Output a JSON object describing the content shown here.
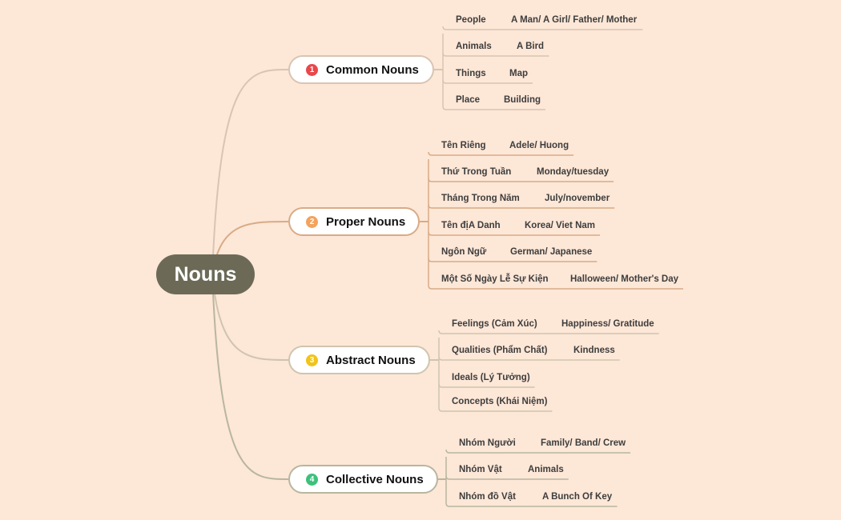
{
  "root": {
    "label": "Nouns",
    "color": "#6c6a57"
  },
  "background": "#fde7d7",
  "branches": [
    {
      "number": "1",
      "label": "Common Nouns",
      "badge_color": "#e9474b",
      "line_color": "#d9c4b3",
      "items": [
        {
          "label": "People",
          "example": "A Man/ A Girl/ Father/ Mother"
        },
        {
          "label": "Animals",
          "example": "A Bird"
        },
        {
          "label": "Things",
          "example": "Map"
        },
        {
          "label": "Place",
          "example": "Building"
        }
      ]
    },
    {
      "number": "2",
      "label": "Proper Nouns",
      "badge_color": "#f3a35e",
      "line_color": "#d8ab87",
      "items": [
        {
          "label": "Tên Riêng",
          "example": "Adele/ Huong"
        },
        {
          "label": "Thứ Trong Tuần",
          "example": "Monday/tuesday"
        },
        {
          "label": "Tháng Trong Năm",
          "example": "July/november"
        },
        {
          "label": "Tên địA Danh",
          "example": "Korea/ Viet Nam"
        },
        {
          "label": "Ngôn Ngữ",
          "example": "German/ Japanese"
        },
        {
          "label": "Một Số Ngày Lễ Sự Kiện",
          "example": "Halloween/ Mother's Day"
        }
      ]
    },
    {
      "number": "3",
      "label": "Abstract Nouns",
      "badge_color": "#f0c419",
      "line_color": "#cfc5ae",
      "items": [
        {
          "label": "Feelings (Cảm Xúc)",
          "example": "Happiness/ Gratitude"
        },
        {
          "label": "Qualities (Phẩm Chất)",
          "example": "Kindness"
        },
        {
          "label": "Ideals (Lý Tưởng)",
          "example": ""
        },
        {
          "label": "Concepts (Khái Niệm)",
          "example": ""
        }
      ]
    },
    {
      "number": "4",
      "label": "Collective Nouns",
      "badge_color": "#3cc17d",
      "line_color": "#b8b69f",
      "items": [
        {
          "label": "Nhóm Người",
          "example": "Family/ Band/ Crew"
        },
        {
          "label": "Nhóm Vật",
          "example": "Animals"
        },
        {
          "label": "Nhóm đồ Vật",
          "example": "A Bunch Of Key"
        }
      ]
    }
  ]
}
